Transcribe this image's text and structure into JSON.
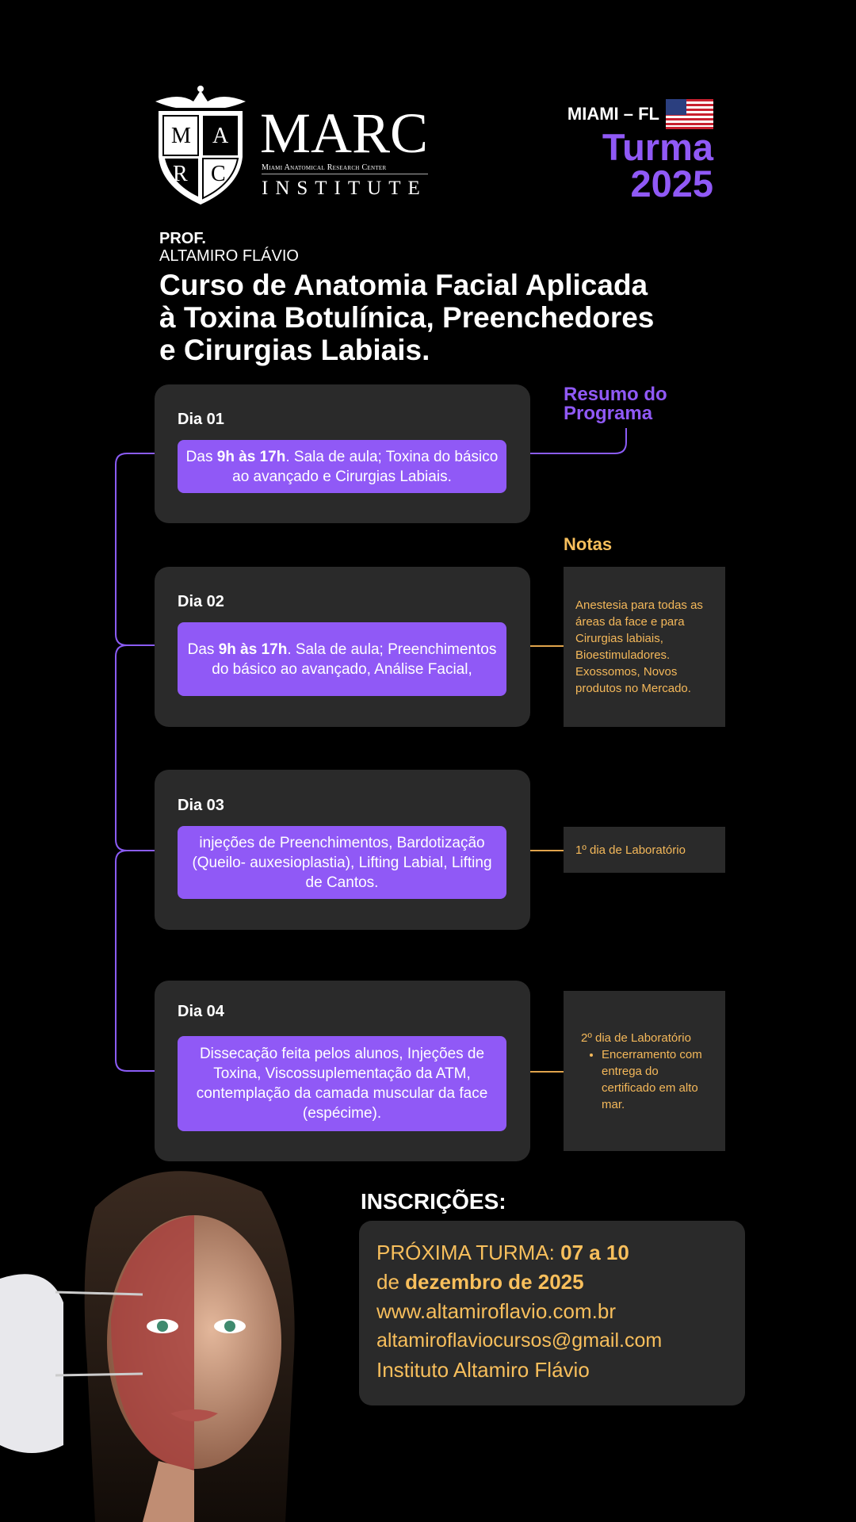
{
  "logo": {
    "shield_letters": [
      "M",
      "A",
      "R",
      "C"
    ],
    "name": "MARC",
    "subtitle": "Miami Anatomical Research Center",
    "institute": "INSTITUTE"
  },
  "header": {
    "location": "MIAMI – FL",
    "turma": "Turma",
    "year": "2025"
  },
  "professor": {
    "prefix": "PROF.",
    "name": "ALTAMIRO FLÁVIO"
  },
  "course_title": [
    "Curso de Anatomia Facial Aplicada",
    "à Toxina Botulínica, Preenchedores",
    "e Cirurgias Labiais."
  ],
  "summary_label": [
    "Resumo do",
    "Programa"
  ],
  "notes_label": "Notas",
  "days": [
    {
      "label": "Dia 01",
      "pre": "Das ",
      "bold": "9h às 17h",
      "post": ". Sala de aula; Toxina do básico ao avançado e Cirurgias Labiais."
    },
    {
      "label": "Dia 02",
      "pre": "Das ",
      "bold": "9h às 17h",
      "post": ". Sala de aula; Preenchimentos do básico ao avançado, Análise Facial,"
    },
    {
      "label": "Dia 03",
      "pre": "injeções de Preenchimentos, Bardotização (Queilo- auxesioplastia), Lifting Labial, Lifting de Cantos.",
      "bold": "",
      "post": ""
    },
    {
      "label": "Dia 04",
      "pre": "Dissecação feita pelos alunos, Injeções de Toxina, Viscossuplementação da ATM, contemplação da camada muscular da face (espécime).",
      "bold": "",
      "post": ""
    }
  ],
  "notes": [
    {
      "text": "Anestesia para todas as áreas da face e para Cirurgias labiais, Bioestimuladores. Exossomos, Novos produtos no Mercado."
    },
    {
      "text": "1º dia de Laboratório"
    },
    {
      "text": "2º dia de Laboratório",
      "bullet": "Encerramento com entrega do certificado em alto mar."
    }
  ],
  "inscricoes": {
    "title": "INSCRIÇÕES:",
    "next_label": "PRÓXIMA TURMA: ",
    "next_dates": "07 a 10",
    "de": "de ",
    "month_year": "dezembro de 2025",
    "website": "www.altamiroflavio.com.br",
    "email": "altamiroflaviocursos@gmail.com",
    "institute": "Instituto Altamiro Flávio"
  },
  "colors": {
    "purple": "#9059f6",
    "orange": "#f8bf5c",
    "card": "#2a2a2a"
  }
}
